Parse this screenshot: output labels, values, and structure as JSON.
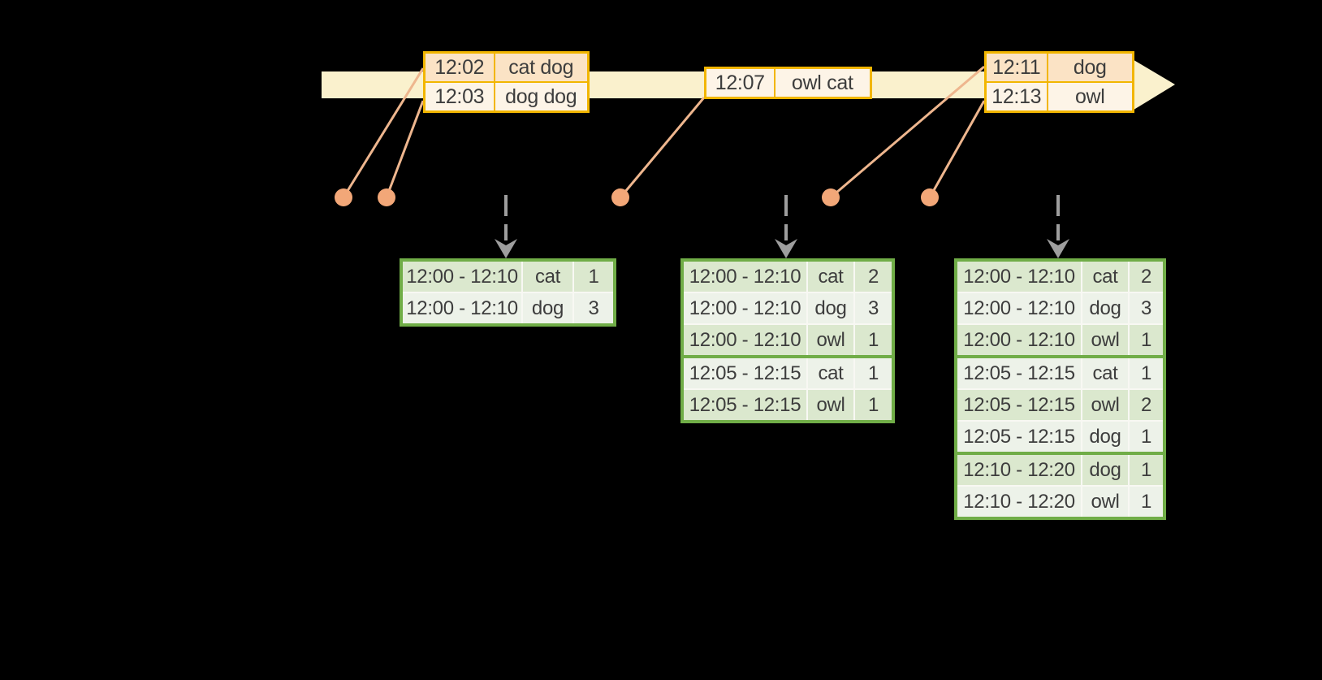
{
  "colors": {
    "background": "#000000",
    "text": "#3d3d3d",
    "timeline_band": "#faf1cd",
    "event_border": "#f2b600",
    "event_row_dark": "#fbe3c5",
    "event_row_light": "#fdf4e7",
    "result_border": "#70ad47",
    "result_row_dark": "#dbe8ce",
    "result_row_light": "#edf2e9",
    "cell_divider": "#f8f8f3",
    "connector": "#eeb68e",
    "dot": "#f2a778",
    "dashed_arrow": "#9e9e9e"
  },
  "icons": {
    "timeline_arrowhead": "right-arrow",
    "dashed_arrowhead": "down-chevron-arrow",
    "event_dot": "circle-dot"
  },
  "event_tables": [
    {
      "rows": [
        [
          "12:02",
          "cat dog"
        ],
        [
          "12:03",
          "dog dog"
        ]
      ]
    },
    {
      "rows": [
        [
          "12:07",
          "owl cat"
        ]
      ]
    },
    {
      "rows": [
        [
          "12:11",
          "dog"
        ],
        [
          "12:13",
          "owl"
        ]
      ]
    }
  ],
  "result_tables": [
    {
      "rows": [
        [
          "12:00 - 12:10",
          "cat",
          "1"
        ],
        [
          "12:00 - 12:10",
          "dog",
          "3"
        ]
      ]
    },
    {
      "rows": [
        [
          "12:00 - 12:10",
          "cat",
          "2"
        ],
        [
          "12:00 - 12:10",
          "dog",
          "3"
        ],
        [
          "12:00 - 12:10",
          "owl",
          "1"
        ],
        [
          "12:05 - 12:15",
          "cat",
          "1"
        ],
        [
          "12:05 - 12:15",
          "owl",
          "1"
        ]
      ]
    },
    {
      "rows": [
        [
          "12:00 - 12:10",
          "cat",
          "2"
        ],
        [
          "12:00 - 12:10",
          "dog",
          "3"
        ],
        [
          "12:00 - 12:10",
          "owl",
          "1"
        ],
        [
          "12:05 - 12:15",
          "cat",
          "1"
        ],
        [
          "12:05 - 12:15",
          "owl",
          "2"
        ],
        [
          "12:05 - 12:15",
          "dog",
          "1"
        ],
        [
          "12:10 - 12:20",
          "dog",
          "1"
        ],
        [
          "12:10 - 12:20",
          "owl",
          "1"
        ]
      ]
    }
  ]
}
